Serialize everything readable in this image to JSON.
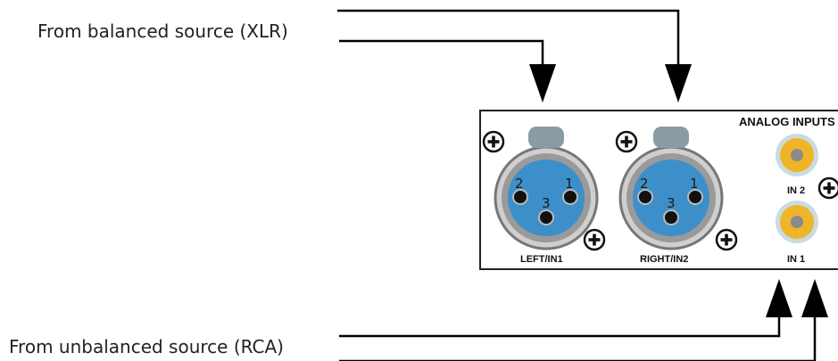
{
  "labels": {
    "balanced_source": "From balanced source (XLR)",
    "unbalanced_source": "From unbalanced source (RCA)"
  },
  "panel": {
    "section_title": "ANALOG INPUTS",
    "xlr_left_label": "LEFT/IN1",
    "xlr_right_label": "RIGHT/IN2",
    "rca_in2_label": "IN 2",
    "rca_in1_label": "IN 1",
    "pins": {
      "pin1": "1",
      "pin2": "2",
      "pin3": "3"
    }
  },
  "colors": {
    "xlr_body": "#3d8fc9",
    "xlr_ring": "#8c8c8c",
    "rca_ring": "#f0b428",
    "rca_center": "#8a8a8a",
    "line": "#000000"
  },
  "icons": [
    "screw-icon",
    "xlr-connector-icon",
    "rca-connector-icon",
    "arrow-down-icon",
    "arrow-up-icon"
  ]
}
